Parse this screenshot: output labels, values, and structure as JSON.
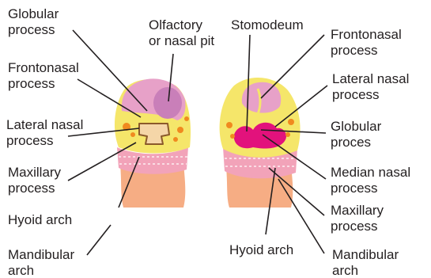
{
  "labels": {
    "globular_process_left": "Globular\nprocess",
    "olfactory_pit": "Olfactory\nor nasal pit",
    "stomodeum": "Stomodeum",
    "frontonasal_process_right": "Frontonasal\nprocess",
    "frontonasal_process_left": "Frontonasal\nprocess",
    "lateral_nasal_process_right": "Lateral nasal\nprocess",
    "lateral_nasal_process_left": "Lateral nasal\nprocess",
    "globular_process_right": "Globular\nproces",
    "maxillary_process_left": "Maxillary\nprocess",
    "median_nasal_process": "Median nasal\nprocess",
    "hyoid_arch_left": "Hyoid arch",
    "maxillary_process_right": "Maxillary\nprocess",
    "mandibular_arch_left": "Mandibular\narch",
    "hyoid_arch_right": "Hyoid arch",
    "mandibular_arch_right": "Mandibular\narch"
  },
  "colors": {
    "head_yellow": "#f5e66a",
    "head_pink": "#e7a1c8",
    "pit_purple": "#c97fb9",
    "stomodeum_magenta": "#e2127c",
    "maxillary_band": "#f2a3b9",
    "neck_orange": "#f6ad84",
    "spot_orange": "#f08a1f",
    "line_black": "#231f20"
  }
}
